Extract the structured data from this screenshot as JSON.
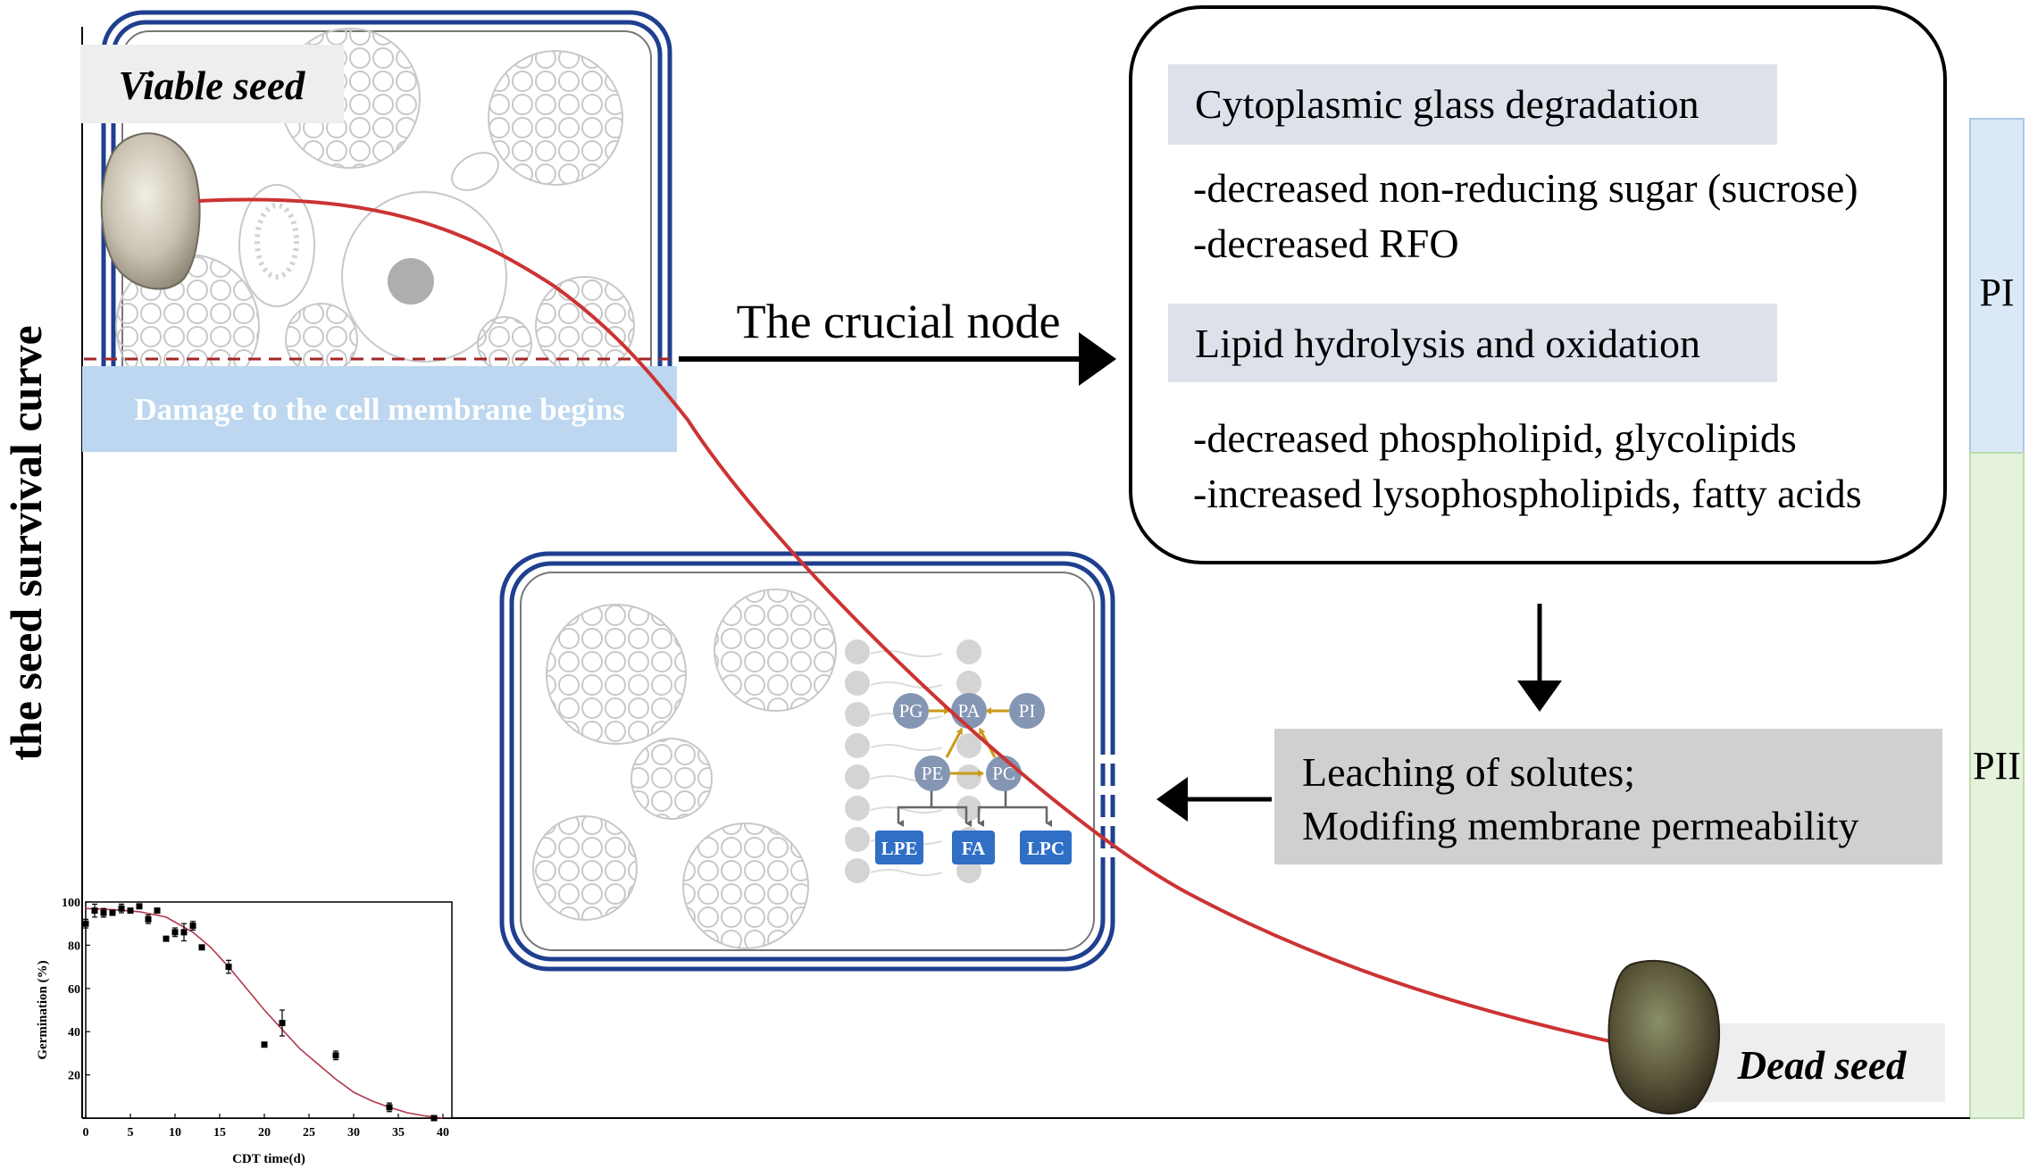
{
  "colors": {
    "curve": "#cc3333",
    "membrane": "#1f3f8f",
    "damage_band": "#bcd7ef",
    "grey_box": "#e6e6e6",
    "label_box": "#dde1ea",
    "leach_box": "#d0d0d0",
    "phase1": "#dbe9f7",
    "phase2": "#e5f3dd",
    "lipid_circle": "#8496b3",
    "lipid_product": "#2f6fc6",
    "pathway_arrow": "#c99b19"
  },
  "labels": {
    "y_axis": "the seed survival curve",
    "viable_seed": "Viable seed",
    "dead_seed": "Dead seed",
    "damage_banner": "Damage to the cell membrane begins",
    "crucial_node": "The crucial node",
    "phase1": "PI",
    "phase2": "PII"
  },
  "mechanism_box": {
    "heading1": "Cytoplasmic glass degradation",
    "lines1": [
      "-decreased non-reducing sugar (sucrose)",
      "-decreased RFO"
    ],
    "heading2": "Lipid hydrolysis and oxidation",
    "lines2": [
      "-decreased phospholipid, glycolipids",
      "-increased lysophospholipids, fatty acids"
    ]
  },
  "leaching_box": {
    "line1": "Leaching of solutes;",
    "line2": "Modifing membrane permeability"
  },
  "pathway": {
    "nodes": [
      "PG",
      "PA",
      "PI",
      "PE",
      "PC"
    ],
    "products": [
      "LPE",
      "FA",
      "LPC"
    ]
  },
  "chart_data": {
    "type": "scatter",
    "xlabel": "CDT time(d)",
    "ylabel": "Germination (%)",
    "xlim": [
      0,
      40
    ],
    "ylim": [
      0,
      100
    ],
    "xticks": [
      0,
      5,
      10,
      15,
      20,
      25,
      30,
      35,
      40
    ],
    "yticks": [
      20,
      40,
      60,
      80,
      100
    ],
    "points": [
      {
        "x": 0,
        "y": 90,
        "err": 2
      },
      {
        "x": 1,
        "y": 96,
        "err": 3
      },
      {
        "x": 2,
        "y": 95,
        "err": 2
      },
      {
        "x": 3,
        "y": 95,
        "err": 1
      },
      {
        "x": 4,
        "y": 97,
        "err": 2
      },
      {
        "x": 5,
        "y": 96,
        "err": 1
      },
      {
        "x": 6,
        "y": 98,
        "err": 1
      },
      {
        "x": 7,
        "y": 92,
        "err": 2
      },
      {
        "x": 8,
        "y": 96,
        "err": 1
      },
      {
        "x": 9,
        "y": 83,
        "err": 1
      },
      {
        "x": 10,
        "y": 86,
        "err": 2
      },
      {
        "x": 11,
        "y": 86,
        "err": 4
      },
      {
        "x": 12,
        "y": 89,
        "err": 2
      },
      {
        "x": 13,
        "y": 79,
        "err": 1
      },
      {
        "x": 16,
        "y": 70,
        "err": 3
      },
      {
        "x": 20,
        "y": 34,
        "err": 1
      },
      {
        "x": 22,
        "y": 44,
        "err": 6
      },
      {
        "x": 28,
        "y": 29,
        "err": 2
      },
      {
        "x": 34,
        "y": 5,
        "err": 2
      },
      {
        "x": 39,
        "y": 0,
        "err": 0
      }
    ],
    "fit": {
      "x": [
        0,
        3,
        6,
        9,
        12,
        14,
        16,
        18,
        20,
        22,
        24,
        26,
        28,
        30,
        32,
        34,
        36,
        38,
        40
      ],
      "y": [
        97,
        96.5,
        95.5,
        93,
        86,
        79,
        70,
        60,
        50,
        41,
        32,
        25,
        18,
        12,
        8,
        5,
        2.5,
        1,
        0
      ]
    }
  }
}
